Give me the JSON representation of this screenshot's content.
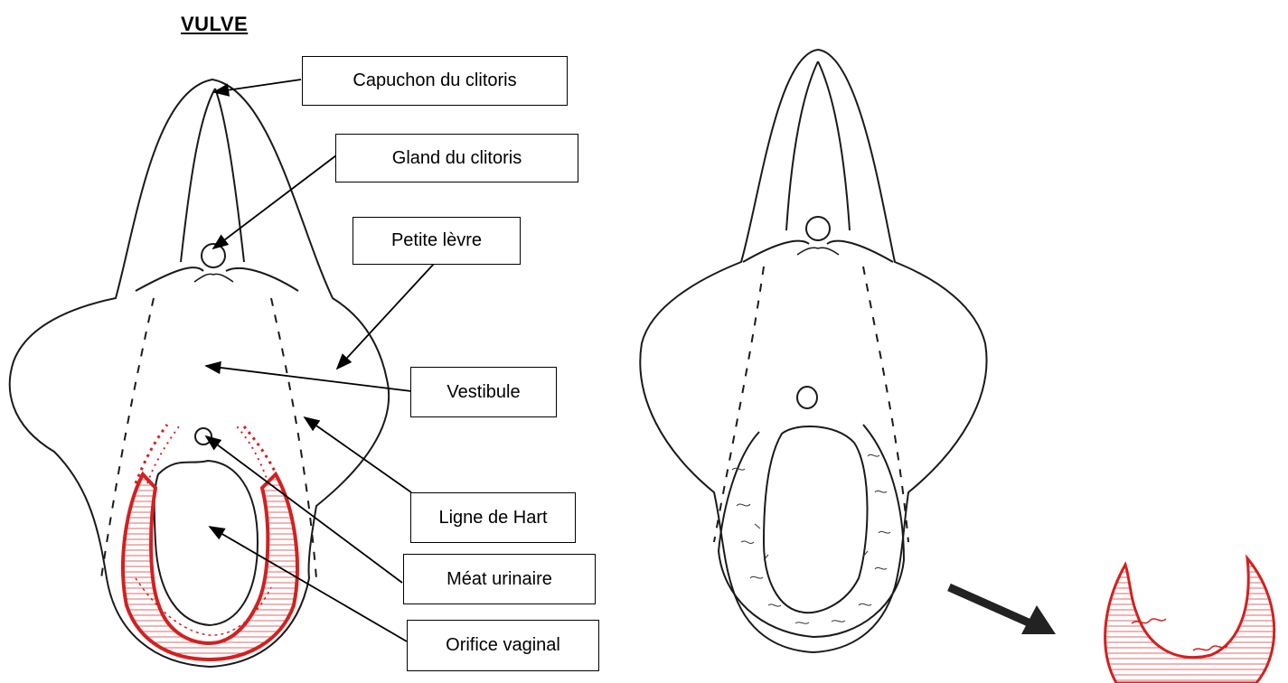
{
  "title": "VULVE",
  "labels": {
    "capuchon": "Capuchon du clitoris",
    "gland": "Gland du clitoris",
    "petite_levre": "Petite lèvre",
    "vestibule": "Vestibule",
    "ligne_hart": "Ligne de Hart",
    "meat": "Méat urinaire",
    "orifice": "Orifice vaginal"
  },
  "colors": {
    "outline": "#1a1a1a",
    "hymen": "#d42020",
    "hatch": "#e06a6a"
  }
}
